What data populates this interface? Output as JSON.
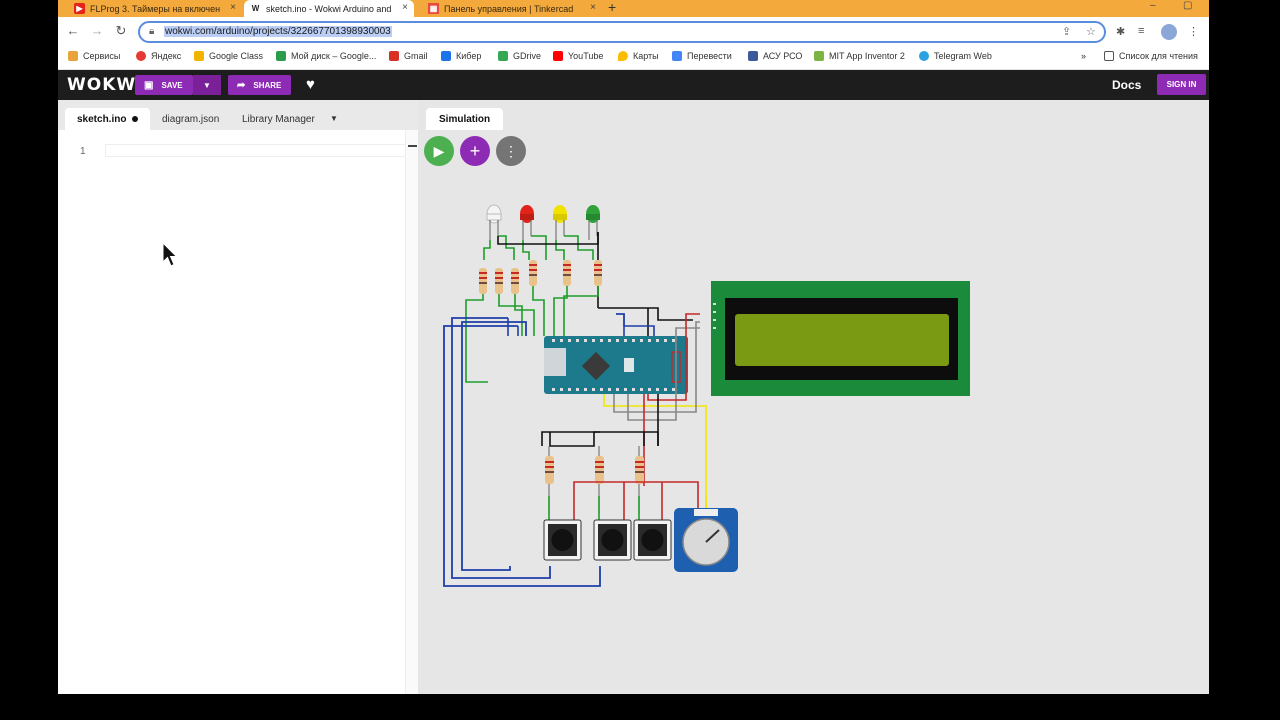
{
  "browser": {
    "tabs": [
      {
        "title": "FLProg 3. Таймеры на включен",
        "icon": "youtube-icon",
        "color": "#e62117"
      },
      {
        "title": "sketch.ino - Wokwi Arduino and",
        "icon": "wokwi-icon",
        "color": "#222222"
      },
      {
        "title": "Панель управления | Tinkercad",
        "icon": "tinkercad-icon",
        "color": "#e84b3c"
      }
    ],
    "new_tab": "+",
    "url": "wokwi.com/arduino/projects/322667701398930003",
    "bookmarks": [
      {
        "label": "Сервисы",
        "color": "#e8a33a"
      },
      {
        "label": "Яндекс",
        "color": "#e53935"
      },
      {
        "label": "Google Class",
        "color": "#f2b400"
      },
      {
        "label": "Мой диск – Google...",
        "color": "#2a9d4b"
      },
      {
        "label": "Gmail",
        "color": "#d93025"
      },
      {
        "label": "Кибер",
        "color": "#1a73e8"
      },
      {
        "label": "GDrive",
        "color": "#34a853"
      },
      {
        "label": "YouTube",
        "color": "#ff0000"
      },
      {
        "label": "Карты",
        "color": "#fbbc04"
      },
      {
        "label": "Перевести",
        "color": "#4285f4"
      },
      {
        "label": "АСУ РСО",
        "color": "#3a5a99"
      },
      {
        "label": "MIT App Inventor 2",
        "color": "#7cb342"
      },
      {
        "label": "Telegram Web",
        "color": "#2aa3e0"
      }
    ],
    "reading_list": "Список для чтения",
    "more": "»"
  },
  "wokwi": {
    "logo": "WOKWI",
    "save_label": "SAVE",
    "share_label": "SHARE",
    "docs_label": "Docs",
    "signin_label": "SIGN IN",
    "accent": "#8e2bb5"
  },
  "editor": {
    "tabs": [
      "sketch.ino",
      "diagram.json",
      "Library Manager"
    ],
    "line_number": "1"
  },
  "simulation": {
    "tab_label": "Simulation",
    "play_color": "#4caf50",
    "add_color": "#8e2bb5",
    "menu_color": "#757575"
  }
}
